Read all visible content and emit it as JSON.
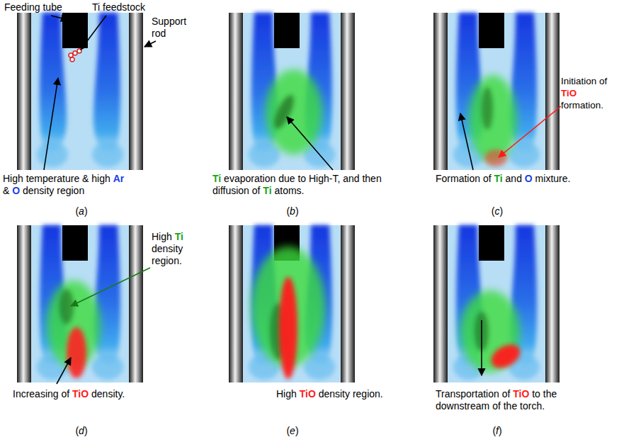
{
  "diagram": {
    "labels": [
      "Feeding tube",
      "Ti feedstock",
      "Support rod",
      "High temperature & high Ar & O density region",
      "(a)",
      "Ti evaporation due to High-T, and then diffusion of Ti atoms.",
      "(b)",
      "Initiation of TiO formation.",
      "Formation of Ti and O mixture.",
      "(c)",
      "High Ti density region.",
      "Increasing of TiO density.",
      "(d)",
      "High TiO density region.",
      "(e)",
      "Transportation of TiO to the downstream of the torch.",
      "(f)"
    ]
  }
}
